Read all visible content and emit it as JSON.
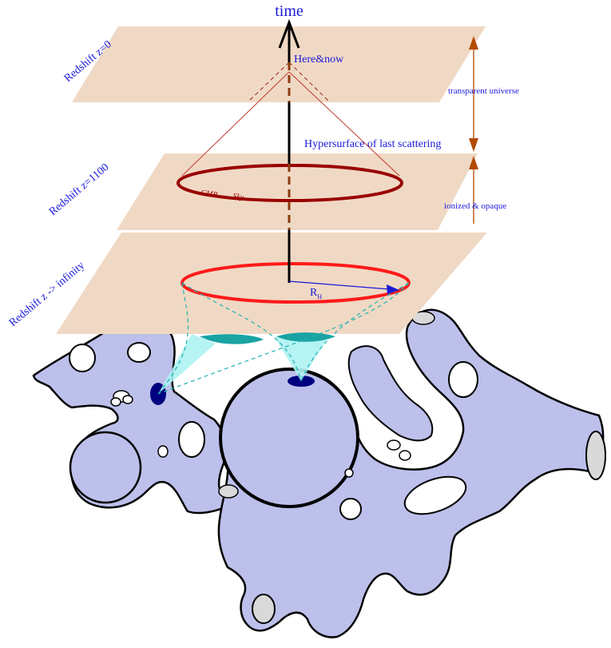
{
  "labels": {
    "time": "time",
    "here_now": "Here&now",
    "hypersurface": "Hypersurface of last scattering",
    "transparent": "transparent universe",
    "ionized": "ionized & opaque",
    "cmb": "CMB",
    "sky": "Sky",
    "radius_main": "R",
    "radius_sub": "H"
  },
  "planes": [
    {
      "label": "Redshift z=0"
    },
    {
      "label": "Redshift z=1100"
    },
    {
      "label": "Redshift z -> infinity"
    }
  ],
  "colors": {
    "plane": "#f0d9c4",
    "blob": "#bcc0ea",
    "blue_text": "#1a1adb",
    "ellipse_mid": "#990000",
    "ellipse_low": "#ff1a1a",
    "cone_mid": "#c0392b",
    "arrow_brown": "#b34a00",
    "radius_arrow": "#1a1ad6",
    "cyan_fill": "#aef2f2",
    "cyan_dash": "#20b3b3",
    "teal_lens": "#1aa3a3",
    "navy_spot": "#000080",
    "hole_gray": "#d9d9d9"
  }
}
